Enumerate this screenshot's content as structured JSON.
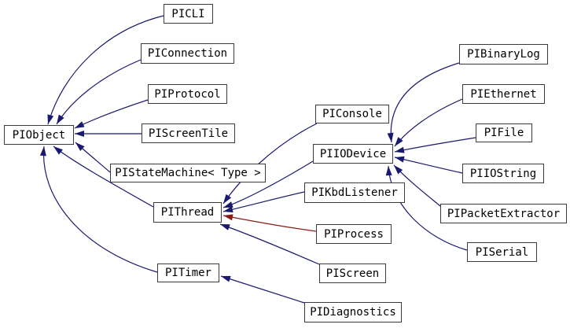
{
  "diagram": {
    "type": "class-inheritance-graph",
    "nodes": [
      {
        "id": "PIObject",
        "label": "PIObject"
      },
      {
        "id": "PICLI",
        "label": "PICLI"
      },
      {
        "id": "PIConnection",
        "label": "PIConnection"
      },
      {
        "id": "PIProtocol",
        "label": "PIProtocol"
      },
      {
        "id": "PIScreenTile",
        "label": "PIScreenTile"
      },
      {
        "id": "PIStateMachine",
        "label": "PIStateMachine< Type >"
      },
      {
        "id": "PIThread",
        "label": "PIThread"
      },
      {
        "id": "PITimer",
        "label": "PITimer"
      },
      {
        "id": "PIConsole",
        "label": "PIConsole"
      },
      {
        "id": "PIIODevice",
        "label": "PIIODevice"
      },
      {
        "id": "PIKbdListener",
        "label": "PIKbdListener"
      },
      {
        "id": "PIProcess",
        "label": "PIProcess"
      },
      {
        "id": "PIScreen",
        "label": "PIScreen"
      },
      {
        "id": "PIDiagnostics",
        "label": "PIDiagnostics"
      },
      {
        "id": "PIBinaryLog",
        "label": "PIBinaryLog"
      },
      {
        "id": "PIEthernet",
        "label": "PIEthernet"
      },
      {
        "id": "PIFile",
        "label": "PIFile"
      },
      {
        "id": "PIIOString",
        "label": "PIIOString"
      },
      {
        "id": "PIPacketExtractor",
        "label": "PIPacketExtractor"
      },
      {
        "id": "PISerial",
        "label": "PISerial"
      }
    ],
    "edges": [
      {
        "from": "PICLI",
        "to": "PIObject",
        "type": "public"
      },
      {
        "from": "PIConnection",
        "to": "PIObject",
        "type": "public"
      },
      {
        "from": "PIProtocol",
        "to": "PIObject",
        "type": "public"
      },
      {
        "from": "PIScreenTile",
        "to": "PIObject",
        "type": "public"
      },
      {
        "from": "PIStateMachine",
        "to": "PIObject",
        "type": "public"
      },
      {
        "from": "PIThread",
        "to": "PIObject",
        "type": "public"
      },
      {
        "from": "PITimer",
        "to": "PIObject",
        "type": "public"
      },
      {
        "from": "PIConsole",
        "to": "PIThread",
        "type": "public"
      },
      {
        "from": "PIIODevice",
        "to": "PIThread",
        "type": "public"
      },
      {
        "from": "PIKbdListener",
        "to": "PIThread",
        "type": "public"
      },
      {
        "from": "PIProcess",
        "to": "PIThread",
        "type": "private"
      },
      {
        "from": "PIScreen",
        "to": "PIThread",
        "type": "public"
      },
      {
        "from": "PIBinaryLog",
        "to": "PIIODevice",
        "type": "public"
      },
      {
        "from": "PIEthernet",
        "to": "PIIODevice",
        "type": "public"
      },
      {
        "from": "PIFile",
        "to": "PIIODevice",
        "type": "public"
      },
      {
        "from": "PIIOString",
        "to": "PIIODevice",
        "type": "public"
      },
      {
        "from": "PIPacketExtractor",
        "to": "PIIODevice",
        "type": "public"
      },
      {
        "from": "PISerial",
        "to": "PIIODevice",
        "type": "public"
      },
      {
        "from": "PIDiagnostics",
        "to": "PITimer",
        "type": "public"
      }
    ],
    "colors": {
      "public_edge": "#191970",
      "private_edge": "#8b1a1a",
      "node_border": "#3a3a3a",
      "node_background": "#ffffff",
      "node_text": "#000000",
      "background": "#ffffff"
    }
  }
}
